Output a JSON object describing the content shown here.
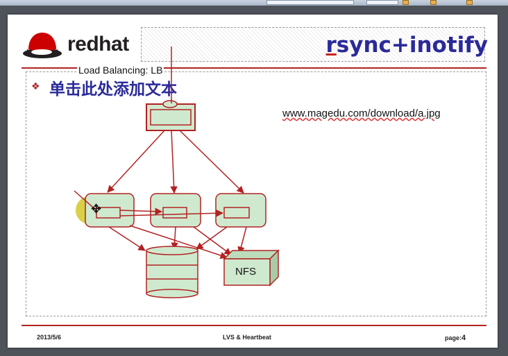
{
  "slide": {
    "brand": "redhat",
    "title_first": "r",
    "title_rest": "sync+inotify",
    "lb_label": "Load Balancing: LB",
    "bullet_text": "单击此处添加文本",
    "bullet_icon": "❖",
    "url": "www.magedu.com/download/a.jpg",
    "nfs_label": "NFS",
    "footer": {
      "date": "2013/5/6",
      "title": "LVS & Heartbeat",
      "page_label": "page:",
      "page_number": "4"
    }
  },
  "icons": {
    "logo": "redhat-shadowman-logo",
    "cursor": "move-cursor-icon"
  },
  "colors": {
    "accent_red": "#b22222",
    "title_blue": "#2a2a9a",
    "node_fill": "#cfe9cf",
    "node_stroke": "#b22222"
  }
}
